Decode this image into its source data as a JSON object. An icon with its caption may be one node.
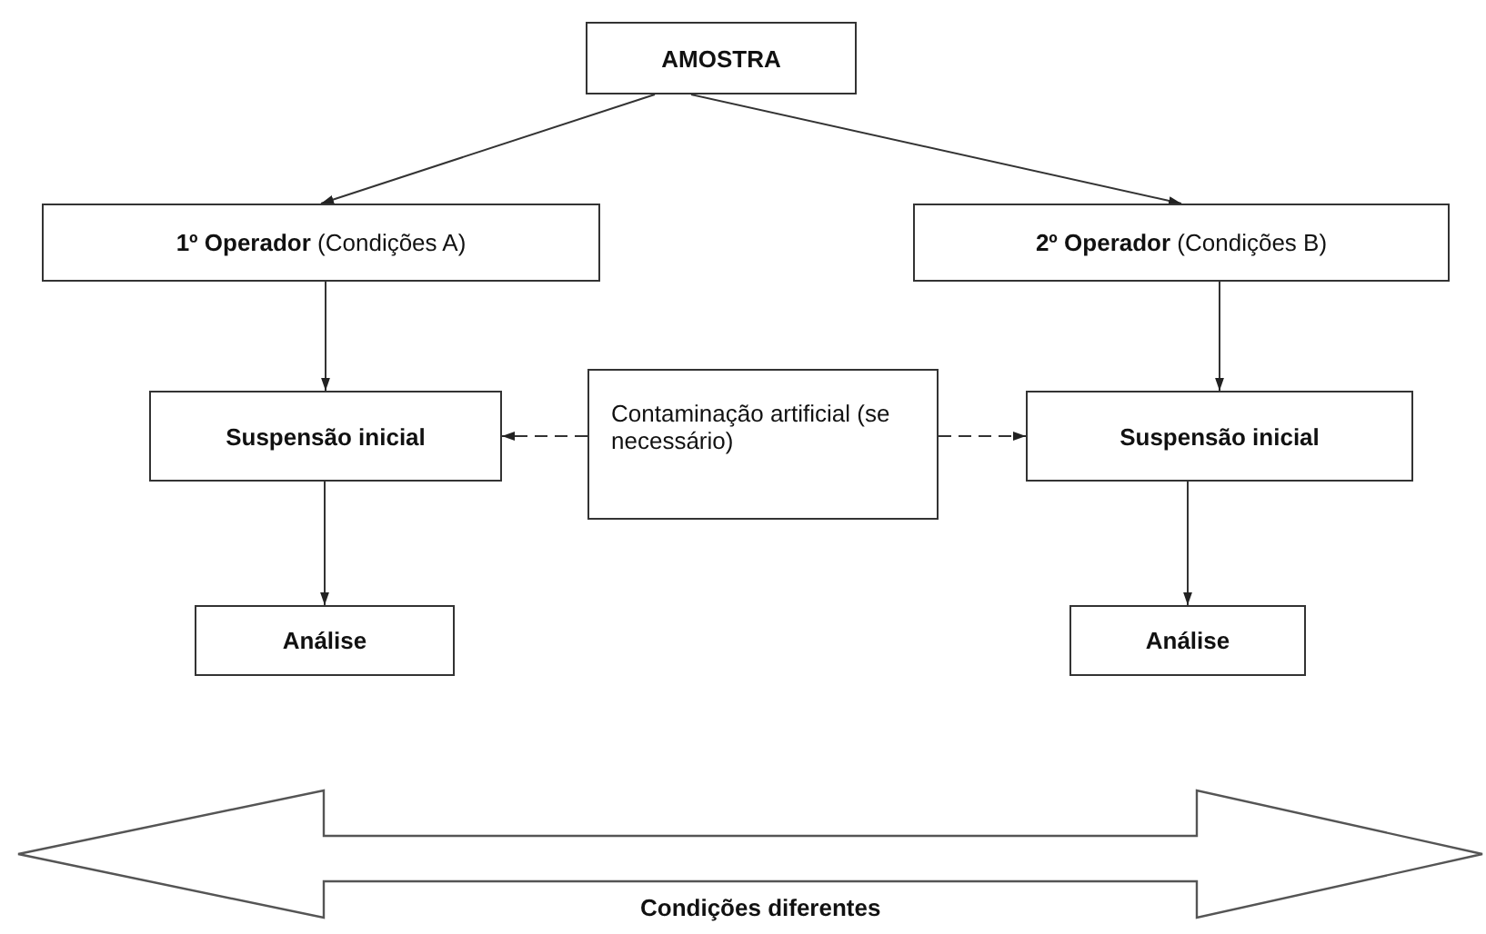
{
  "diagram": {
    "nodes": [
      {
        "text": [
          "AMOSTRA"
        ]
      },
      {
        "text": [
          "**1º Operador** (Condições A)"
        ]
      },
      {
        "text": [
          "**2º Operador** (Condições B)"
        ]
      },
      {
        "text": [
          "Suspensão inicial"
        ]
      },
      {
        "text": [
          "Contaminação artificial (se necessário)"
        ]
      },
      {
        "text": [
          "Suspensão inicial"
        ]
      },
      {
        "text": [
          "Análise"
        ]
      },
      {
        "text": [
          "Análise"
        ]
      }
    ],
    "edges": [
      {
        "from": 0,
        "to": 1,
        "arrow": "to"
      },
      {
        "from": 0,
        "to": 2,
        "arrow": "to"
      },
      {
        "from": 1,
        "to": 3,
        "arrow": "to"
      },
      {
        "from": 2,
        "to": 5,
        "arrow": "to"
      },
      {
        "from": 4,
        "to": 3,
        "arrow": "to",
        "style": "dashed"
      },
      {
        "from": 4,
        "to": 5,
        "arrow": "to",
        "style": "dashed"
      },
      {
        "from": 3,
        "to": 6,
        "arrow": "to"
      },
      {
        "from": 5,
        "to": 7,
        "arrow": "to"
      }
    ],
    "labels": [
      "Condições diferentes"
    ]
  }
}
